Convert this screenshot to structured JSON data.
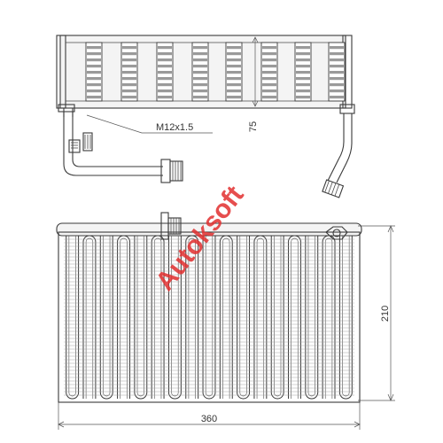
{
  "drawing": {
    "thread_callout": "M12x1.5",
    "dim_height_top": "75",
    "dim_height_core": "210",
    "dim_width_core": "360"
  },
  "watermark": {
    "text": "Autoksoft",
    "color": "#e23030"
  }
}
